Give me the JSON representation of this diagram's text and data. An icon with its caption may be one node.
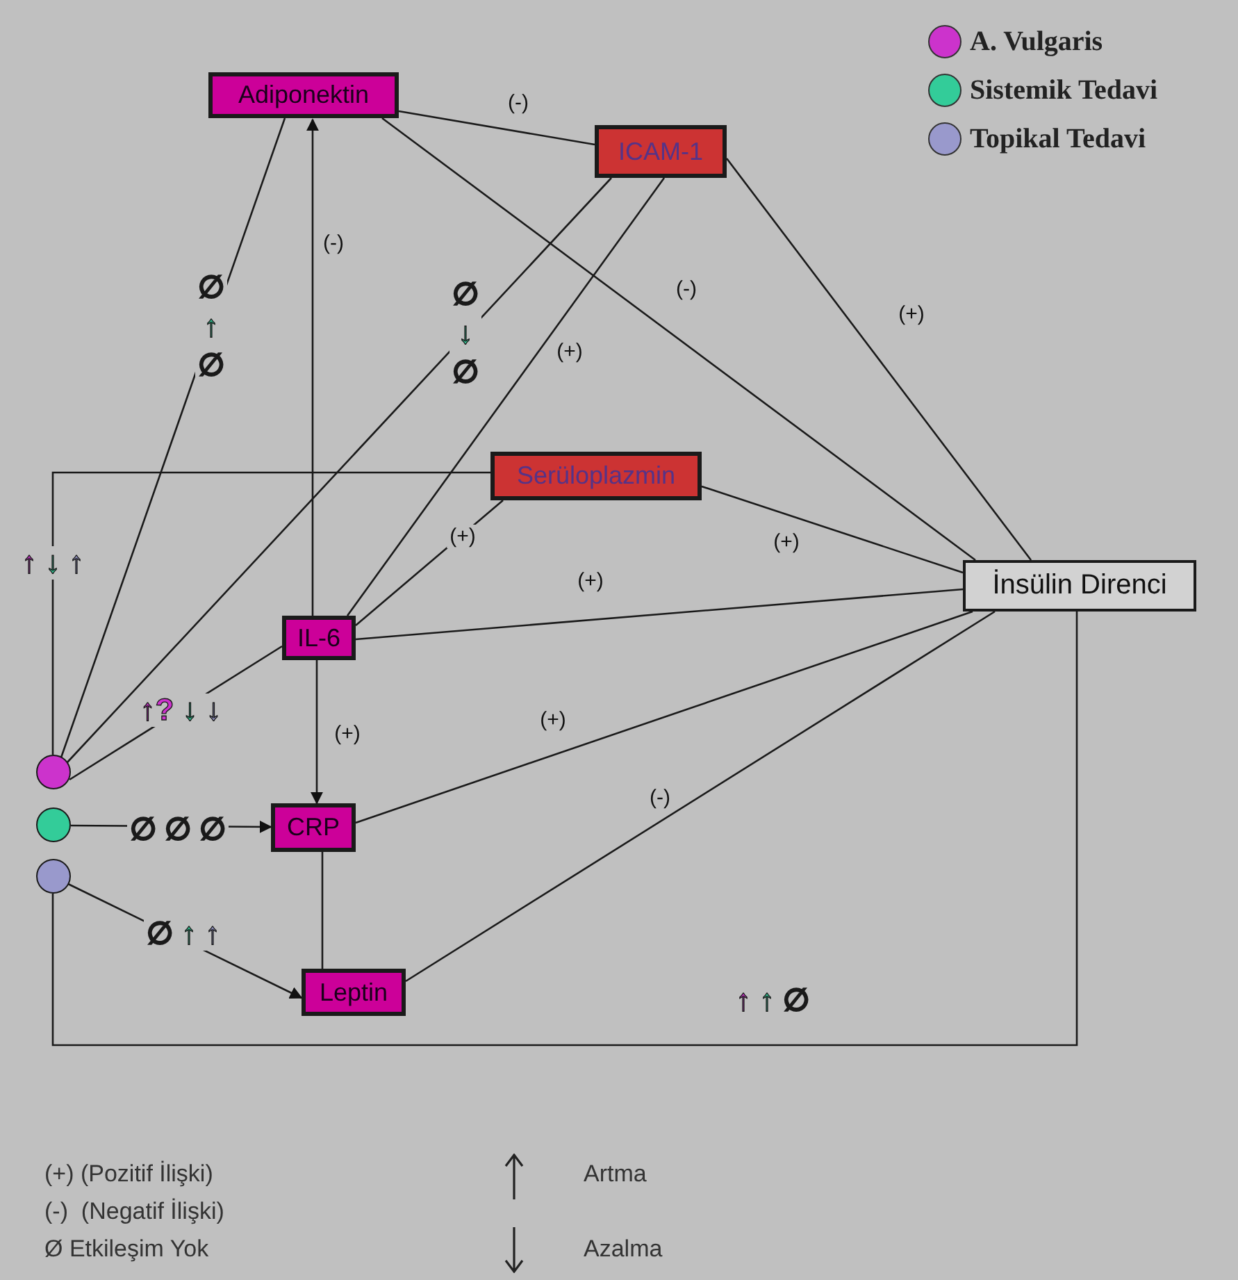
{
  "diagram": {
    "nodes": [
      {
        "text": [
          "Adiponektin"
        ]
      },
      {
        "text": [
          "ICAM-1"
        ]
      },
      {
        "text": [
          "Serüloplazmin"
        ]
      },
      {
        "text": [
          "İnsülin Direnci"
        ]
      },
      {
        "text": [
          "IL-6"
        ]
      },
      {
        "text": [
          "CRP"
        ]
      },
      {
        "text": [
          "Leptin"
        ]
      },
      {
        "text": [],
        "shape": "circle"
      },
      {
        "text": [],
        "shape": "circle"
      },
      {
        "text": [],
        "shape": "circle"
      }
    ],
    "edges": [
      {
        "from": 4,
        "to": 0,
        "arrow": "to",
        "label": "(-)"
      },
      {
        "from": 0,
        "to": 1,
        "arrow": "none",
        "label": "(-)"
      },
      {
        "from": 0,
        "to": 3,
        "arrow": "none",
        "label": "(-)"
      },
      {
        "from": 1,
        "to": 3,
        "arrow": "none",
        "label": "(+)"
      },
      {
        "from": 1,
        "to": 4,
        "arrow": "none",
        "label": "(+)"
      },
      {
        "from": 2,
        "to": 4,
        "arrow": "none",
        "label": "(+)"
      },
      {
        "from": 2,
        "to": 3,
        "arrow": "none",
        "label": "(+)"
      },
      {
        "from": 4,
        "to": 3,
        "arrow": "none",
        "label": "(+)"
      },
      {
        "from": 4,
        "to": 5,
        "arrow": "to",
        "label": "(+)"
      },
      {
        "from": 5,
        "to": 3,
        "arrow": "none",
        "label": "(+)"
      },
      {
        "from": 5,
        "to": 6,
        "arrow": "none"
      },
      {
        "from": 6,
        "to": 3,
        "arrow": "none",
        "label": "(-)"
      },
      {
        "from": 7,
        "to": 0,
        "arrow": "none",
        "label": "∅ ↑ ∅"
      },
      {
        "from": 7,
        "to": 1,
        "arrow": "none",
        "label": "∅ ↓ ∅"
      },
      {
        "from": 7,
        "to": 2,
        "arrow": "none",
        "label": "↑ ↓ ↑"
      },
      {
        "from": 7,
        "to": 4,
        "arrow": "none",
        "label": "↑? ↓ ↓"
      },
      {
        "from": 8,
        "to": 5,
        "arrow": "to",
        "label": "∅ ∅ ∅"
      },
      {
        "from": 9,
        "to": 6,
        "arrow": "to",
        "label": "∅ ↑ ↑"
      },
      {
        "from": 9,
        "to": 3,
        "arrow": "none",
        "label": "↑ ↑ ∅"
      }
    ],
    "labels": [
      "(+) (Pozitif İlişki)",
      "Artma",
      "(-)  (Negatif İlişki)",
      "Ø Etkileşim Yok",
      "Azalma"
    ],
    "legend": [
      {
        "text": "A. Vulgaris",
        "color": "#cc33cc"
      },
      {
        "text": "Sistemik Tedavi",
        "color": "#33cc99"
      },
      {
        "text": "Topikal Tedavi",
        "color": "#9999cc"
      }
    ]
  }
}
